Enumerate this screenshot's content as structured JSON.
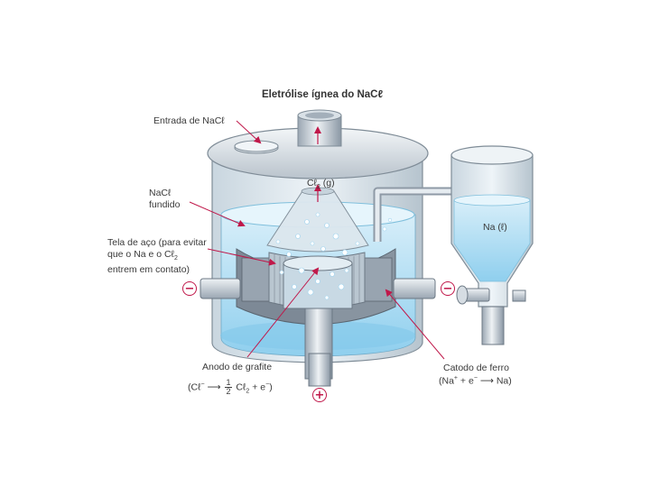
{
  "title": "Eletrólise ígnea do NaCℓ",
  "labels": {
    "entrada": "Entrada de NaCℓ",
    "nacl_fundido_1": "NaCℓ",
    "nacl_fundido_2": "fundido",
    "tela_1": "Tela de aço (para evitar",
    "tela_2": "que o Na e o Cℓ",
    "tela_2_sub": "2",
    "tela_3": "entrem em contato)",
    "cl2_gas": "Cℓ",
    "cl2_gas_sub": "2",
    "cl2_gas_state": " (g)",
    "na_liquid": "Na (ℓ)",
    "anodo": "Anodo de grafite",
    "catodo": "Catodo de ferro"
  },
  "equations": {
    "anodo_lhs": "(Cℓ",
    "anodo_lhs_sup": "−",
    "anodo_frac_num": "1",
    "anodo_frac_den": "2",
    "anodo_rhs_cl": "Cℓ",
    "anodo_rhs_sub": "2",
    "anodo_rhs_rest": " + e",
    "anodo_rhs_sup": "−",
    "anodo_close": ")",
    "catodo_lhs": "(Na",
    "catodo_lhs_sup": "+",
    "catodo_mid": " + e",
    "catodo_mid_sup": "−",
    "catodo_rhs": "Na)"
  },
  "signs": {
    "left_negative": "−",
    "right_negative": "−",
    "bottom_positive": "+"
  },
  "colors": {
    "arrow": "#c0184a",
    "metal_light": "#dfe6ec",
    "metal_dark": "#8e9aa6",
    "liquid": "#bfe3f5",
    "liquid_deep": "#7fc6ea"
  }
}
